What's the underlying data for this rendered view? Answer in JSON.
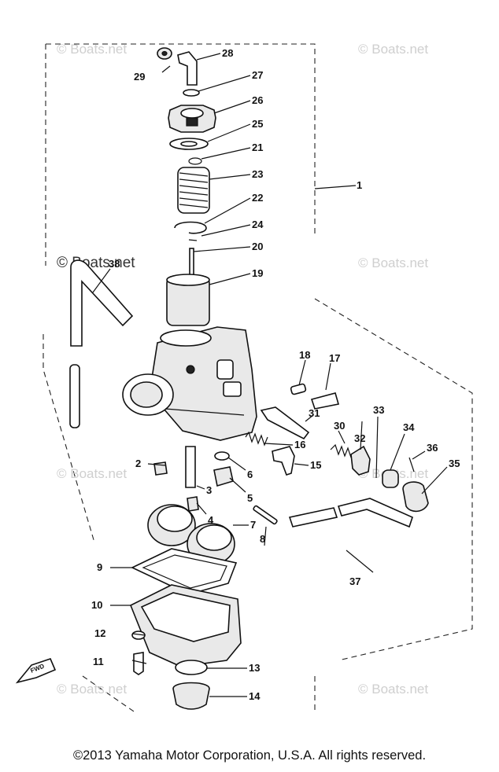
{
  "diagram": {
    "watermarks": [
      "© Boats.net",
      "© Boats.net",
      "© Boats.net",
      "© Boats.net",
      "© Boats.net",
      "© Boats.net",
      "© Boats.net",
      "© Boats.net"
    ],
    "callouts": [
      "1",
      "2",
      "3",
      "4",
      "5",
      "6",
      "7",
      "8",
      "9",
      "10",
      "11",
      "12",
      "13",
      "14",
      "15",
      "16",
      "17",
      "18",
      "19",
      "20",
      "21",
      "22",
      "23",
      "24",
      "25",
      "26",
      "27",
      "28",
      "29",
      "30",
      "31",
      "32",
      "33",
      "34",
      "35",
      "36",
      "37",
      "38"
    ],
    "forward_marker": "FWD"
  },
  "footer": {
    "copyright": "©2013 Yamaha Motor Corporation, U.S.A. All rights reserved."
  }
}
